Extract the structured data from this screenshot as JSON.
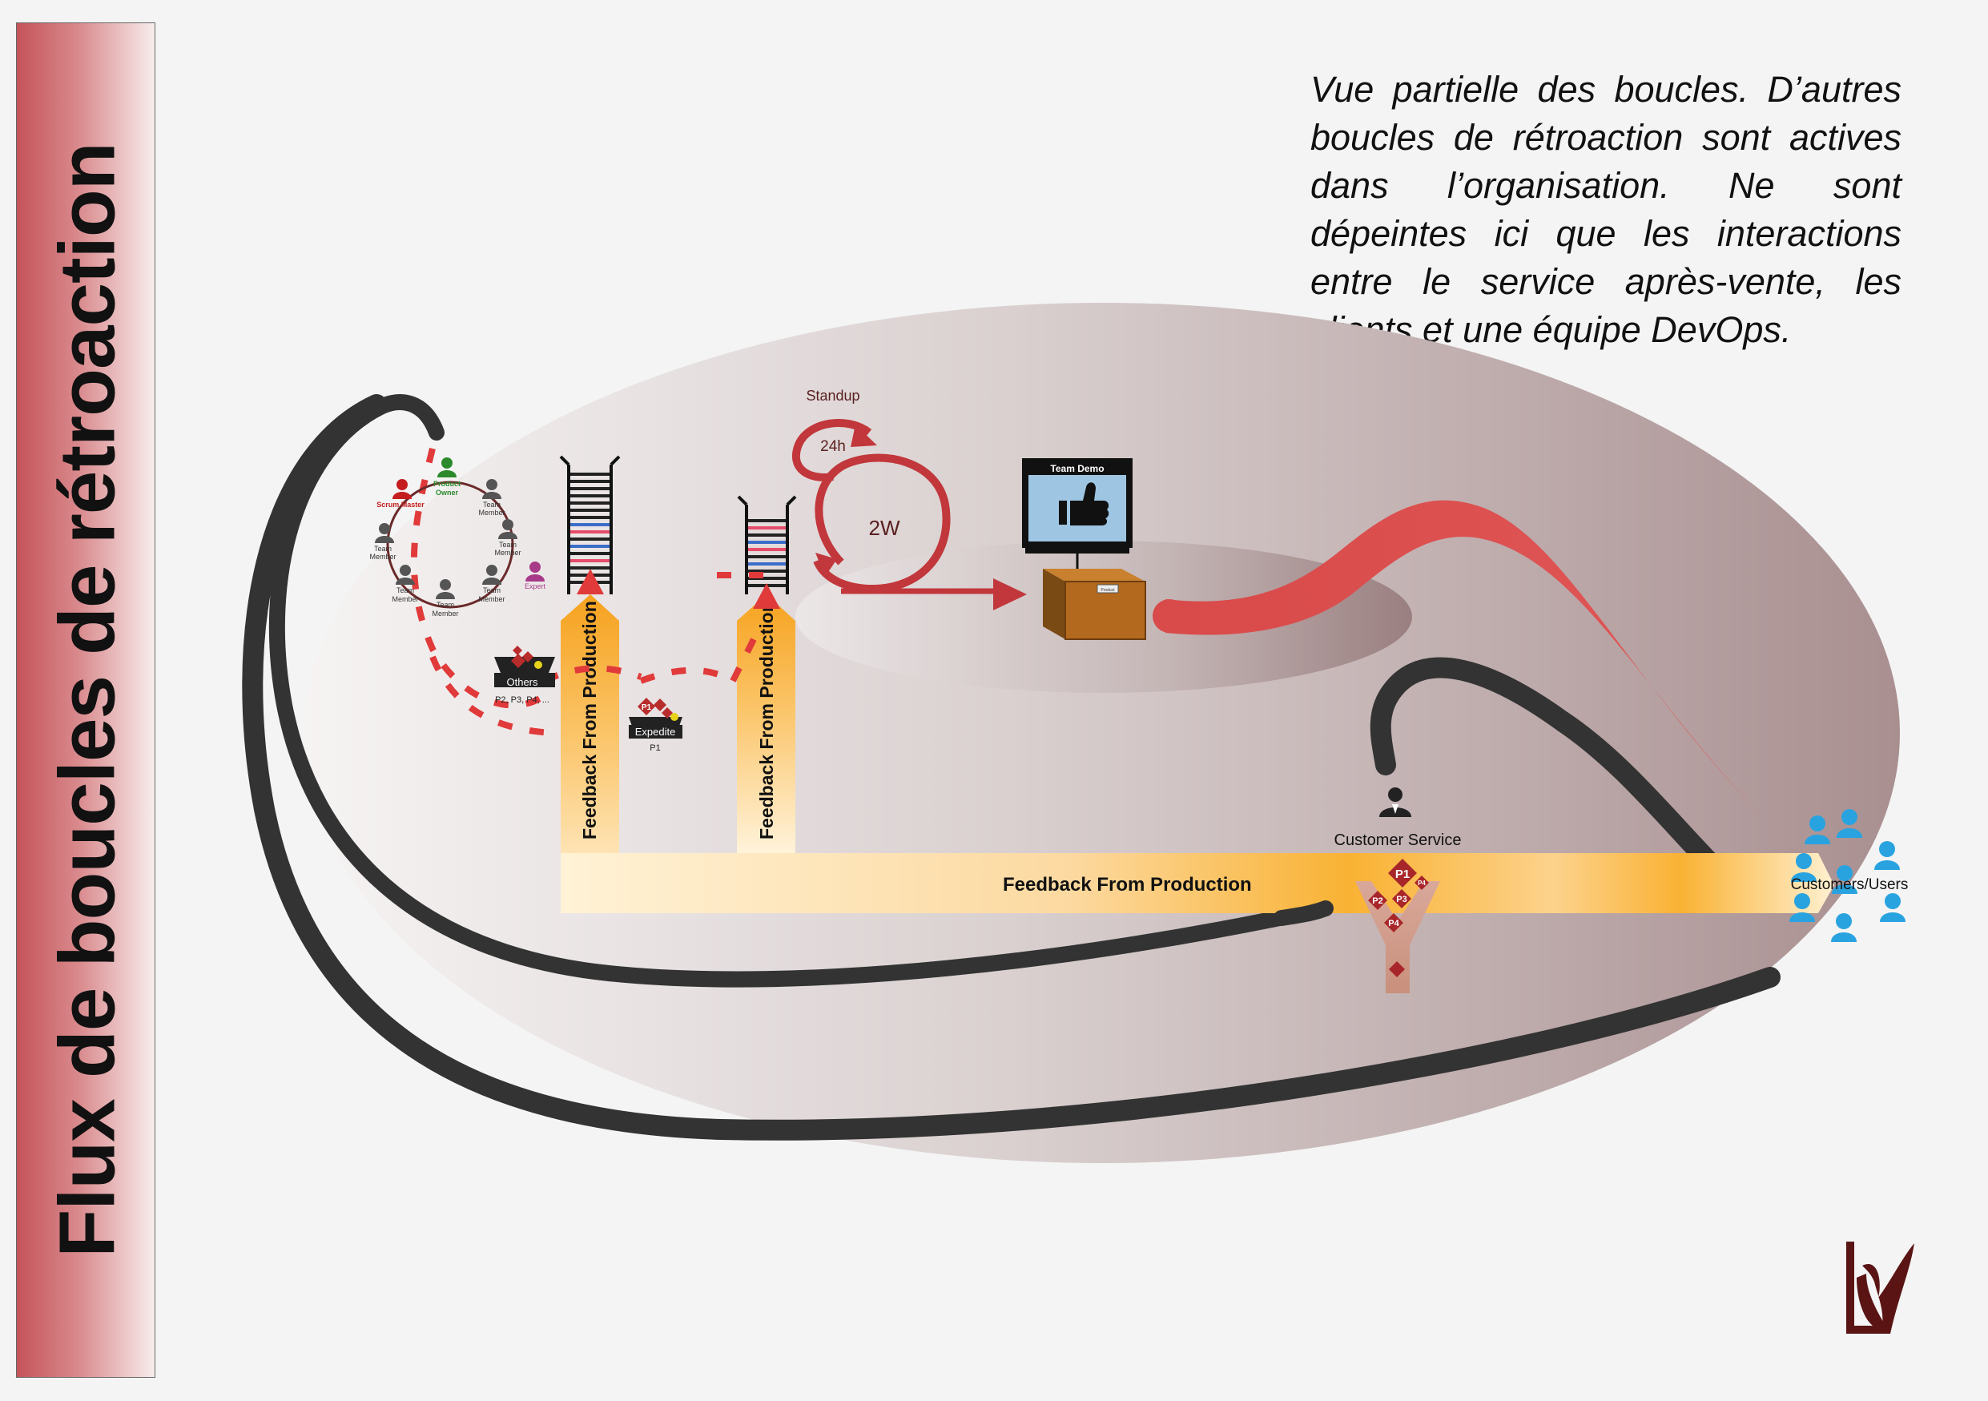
{
  "sidebar": {
    "title": "Flux de boucles de rétroaction"
  },
  "note": {
    "text": "Vue partielle des boucles. D’autres boucles de rétroaction sont actives dans l’organisation. Ne sont dépeintes ici que les interactions entre le service après-vente, les clients et une équipe DevOps."
  },
  "team": {
    "scrum_master": "Scrum Master",
    "product_owner_1": "Product",
    "product_owner_2": "Owner",
    "member_1": "Team",
    "member_2": "Member",
    "expert": "Expert"
  },
  "queues": {
    "others_label": "Others",
    "others_items": "P2, P3, P4, ...",
    "expedite_label": "Expedite",
    "expedite_item": "P1",
    "p1": "P1",
    "p2": "P2",
    "p3": "P3",
    "p4": "P4"
  },
  "sprint": {
    "standup": "Standup",
    "daily": "24h",
    "iteration": "2W"
  },
  "demo": {
    "screen_title": "Team Demo",
    "box_label": "Product"
  },
  "flow": {
    "vertical_label": "Feedback From Production",
    "horizontal_label": "Feedback From Production"
  },
  "service": {
    "label": "Customer Service"
  },
  "customers": {
    "label": "Customers/Users"
  },
  "colors": {
    "accent_red": "#d23a3a",
    "flow_orange": "#f9b233",
    "loop_dark": "#333333",
    "customer_blue": "#29a3e0"
  }
}
